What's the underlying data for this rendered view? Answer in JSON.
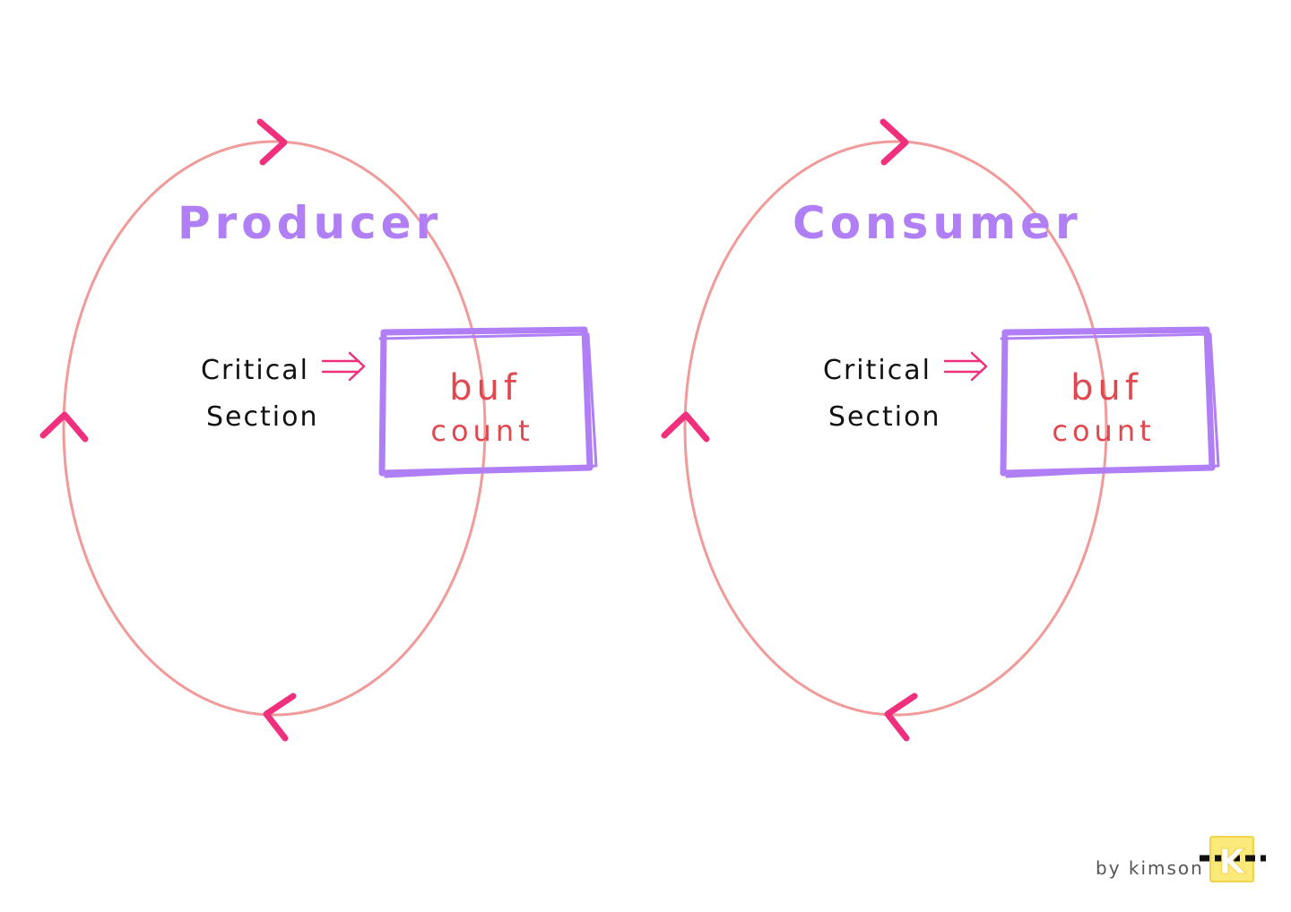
{
  "colors": {
    "loop": "#f09a9a",
    "arrowhead": "#f0307c",
    "box": "#b07ef5",
    "title": "#b07ef5",
    "variables": "#e0484f",
    "label": "#111111",
    "pointer": "#f0307c",
    "credit": "#555555",
    "logo_bg": "#fbe97a"
  },
  "producer": {
    "title": "Producer",
    "label_line1": "Critical",
    "label_line2": "Section",
    "var1": "buf",
    "var2": "count"
  },
  "consumer": {
    "title": "Consumer",
    "label_line1": "Critical",
    "label_line2": "Section",
    "var1": "buf",
    "var2": "count"
  },
  "credit": {
    "text": "by kimson",
    "logo_letter": "K"
  }
}
